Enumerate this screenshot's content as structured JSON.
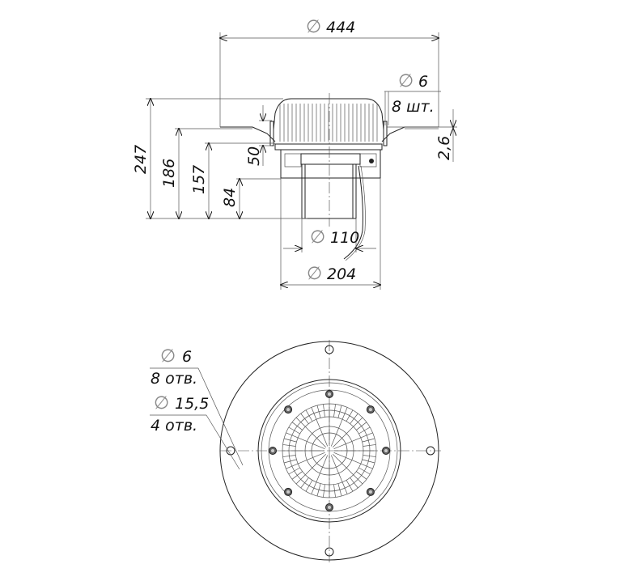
{
  "side_view": {
    "dim_outer_diameter": "444",
    "dim_bolt_diameter": "6",
    "dim_bolt_count": "8 шт.",
    "dim_flange_thickness": "2,6",
    "dim_total_height": "247",
    "dim_height_186": "186",
    "dim_height_157": "157",
    "dim_height_84": "84",
    "dim_height_50": "50",
    "dim_pipe_diameter": "110",
    "dim_body_diameter": "204"
  },
  "plan_view": {
    "hole_small_diameter": "6",
    "hole_small_count": "8 отв.",
    "hole_large_diameter": "15,5",
    "hole_large_count": "4 отв."
  },
  "symbols": {
    "diameter": "∅"
  },
  "colors": {
    "line": "#222222",
    "background": "#ffffff"
  }
}
